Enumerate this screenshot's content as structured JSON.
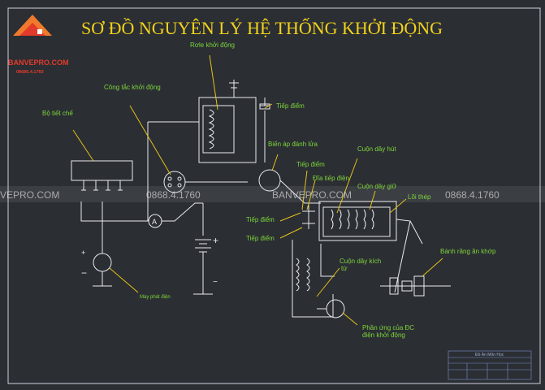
{
  "title": "SƠ ĐỒ NGUYÊN LÝ HỆ THỐNG KHỞI ĐỘNG",
  "logo": {
    "brand": "BANVEPRO.COM",
    "phone": "08686.4.1760"
  },
  "labels": {
    "regulator": "Bộ tiết chế",
    "ignition_switch": "Công tắc khởi động",
    "relay": "Rơle khởi động",
    "contact": "Tiếp điểm",
    "transformer": "Biến áp đánh lửa",
    "contact_disc": "Đĩa tiếp điện",
    "pull_coil": "Cuộn dây hút",
    "hold_coil": "Cuộn dây giữ",
    "core": "Lõi thép",
    "field_coil_1": "Cuộn dây kích",
    "field_coil_2": "từ",
    "armature_1": "Phần ứng của ĐC",
    "armature_2": "điện khởi động",
    "pinion": "Bánh răng ăn khớp",
    "generator": "Máy phát điện"
  },
  "symbols": {
    "ammeter": "A",
    "plus": "+",
    "minus": "−"
  },
  "watermark": {
    "brand_left": "VEPRO.COM",
    "brand": "BANVEPRO.COM",
    "phone": "0868.4.1760"
  },
  "title_block": {
    "heading": "Đồ Án Môn Học"
  },
  "colors": {
    "background": "#2b2e33",
    "lines": "#e8ebf0",
    "labels": "#7dd63a",
    "title": "#f2d21b",
    "leaders": "#e6c21a"
  }
}
